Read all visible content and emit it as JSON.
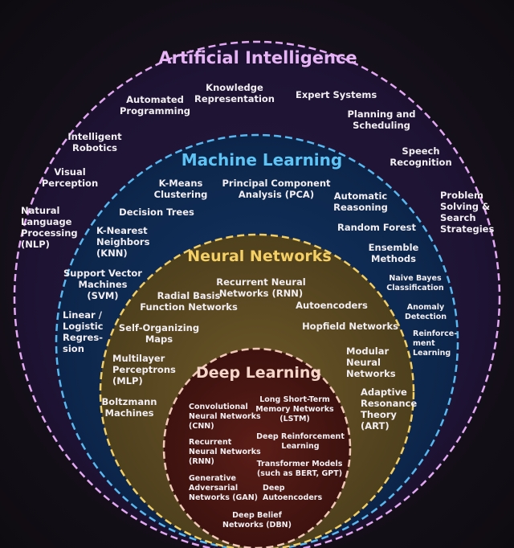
{
  "colors": {
    "ai_ring": "#e3a8f2",
    "ai_fill": "#231637",
    "ml_ring": "#59b8f0",
    "ml_fill": "#0f2c55",
    "nn_ring": "#f2cf66",
    "nn_fill": "#5e4c24",
    "dl_ring": "#f2c8b8",
    "dl_fill": "#4a1713"
  },
  "ai": {
    "title": "Artificial Intelligence",
    "items": [
      "Knowledge\nRepresentation",
      "Automated\nProgramming",
      "Expert Systems",
      "Planning and\nScheduling",
      "Intelligent\nRobotics",
      "Speech\nRecognition",
      "Visual\nPerception",
      "Natural\nLanguage\nProcessing\n(NLP)",
      "Problem\nSolving &\nSearch\nStrategies"
    ]
  },
  "ml": {
    "title": "Machine Learning",
    "items": [
      "K-Means\nClustering",
      "Principal Component\nAnalysis (PCA)",
      "Automatic\nReasoning",
      "Decision Trees",
      "Random Forest",
      "K-Nearest\nNeighbors\n(KNN)",
      "Ensemble\nMethods",
      "Support Vector\nMachines\n(SVM)",
      "Naive Bayes\nClassification",
      "Anomaly\nDetection",
      "Linear /\nLogistic\nRegres-\nsion",
      "Reinforce-\nment\nLearning"
    ]
  },
  "nn": {
    "title": "Neural Networks",
    "items": [
      "Recurrent Neural\nNetworks (RNN)",
      "Radial Basis\nFunction Networks",
      "Autoencoders",
      "Self-Organizing\nMaps",
      "Hopfield Networks",
      "Multilayer\nPerceptrons\n(MLP)",
      "Modular\nNeural\nNetworks",
      "Boltzmann\nMachines",
      "Adaptive\nResonance\nTheory\n(ART)"
    ]
  },
  "dl": {
    "title": "Deep Learning",
    "items": [
      "Convolutional\nNeural Networks\n(CNN)",
      "Long Short-Term\nMemory Networks\n(LSTM)",
      "Deep Reinforcement\nLearning",
      "Recurrent\nNeural Networks\n(RNN)",
      "Transformer Models\n(such as BERT, GPT)",
      "Generative\nAdversarial\nNetworks (GAN)",
      "Deep\nAutoencoders",
      "Deep Belief\nNetworks (DBN)"
    ]
  }
}
